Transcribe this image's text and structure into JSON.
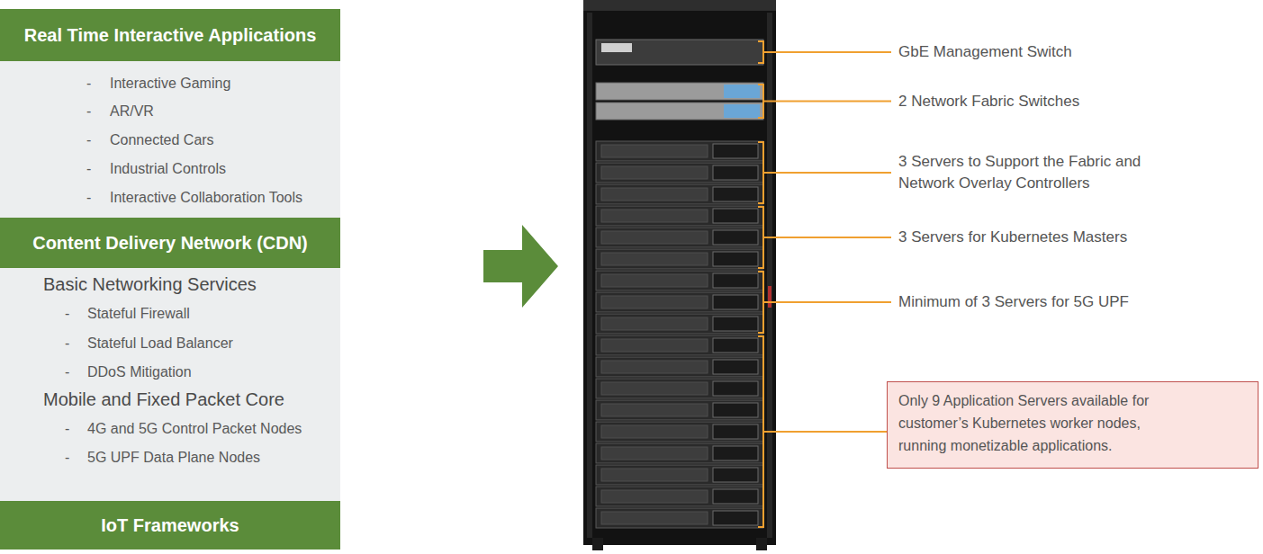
{
  "diagram": {
    "nodes": [
      {
        "text": [
          "Real Time Interactive Applications"
        ]
      },
      {
        "text": [
          "Content Delivery Network (CDN)"
        ]
      },
      {
        "text": [
          "IoT Frameworks"
        ]
      },
      {
        "text": [
          "Only 9 Application Servers available for customer’s Kubernetes worker nodes, running monetizable applications."
        ]
      }
    ],
    "labels": [
      "-",
      "Interactive Gaming",
      "-",
      "AR/VR",
      "-",
      "Connected Cars",
      "-",
      "Industrial Controls",
      "-",
      "Interactive Collaboration Tools",
      "Basic Networking Services",
      "-",
      "Stateful Firewall",
      "-",
      "Stateful Load Balancer",
      "-",
      "DDoS Mitigation",
      "Mobile and Fixed Packet Core",
      "-",
      "4G and 5G Control Packet Nodes",
      "-",
      "5G UPF Data Plane Nodes",
      "GbE Management Switch",
      "2 Network Fabric Switches",
      "3 Servers to Support the Fabric and Network Overlay Controllers",
      "3 Servers for Kubernetes Masters",
      "Minimum of 3 Servers for 5G UPF"
    ]
  }
}
